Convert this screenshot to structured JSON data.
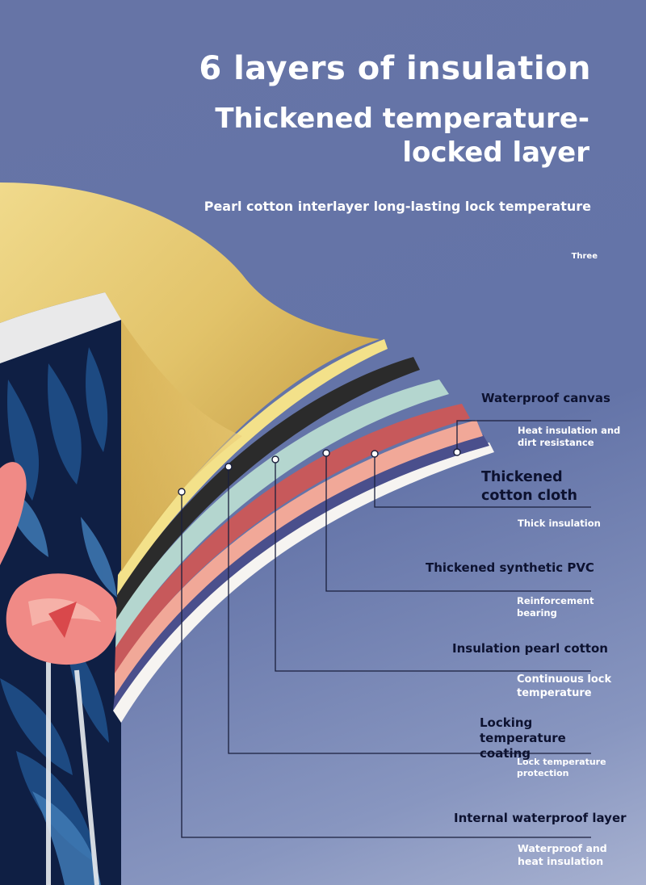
{
  "header": {
    "title": "6 layers of insulation",
    "subtitle": "Thickened temperature-locked layer",
    "tagline": "Pearl cotton interlayer long-lasting lock temperature",
    "marker": "Three"
  },
  "layers": [
    {
      "title": "Waterproof canvas",
      "description": "Heat insulation and dirt resistance"
    },
    {
      "title": "Thickened cotton cloth",
      "description": "Thick insulation"
    },
    {
      "title": "Thickened synthetic PVC",
      "description": "Reinforcement bearing"
    },
    {
      "title": "Insulation pearl cotton",
      "description": "Continuous lock temperature"
    },
    {
      "title": "Locking temperature coating",
      "description": "Lock temperature protection"
    },
    {
      "title": "Internal waterproof layer",
      "description": "Waterproof and heat insulation"
    }
  ],
  "colors": {
    "background": "#6674a6",
    "gold_layer": "#e5c86a",
    "black_layer": "#2b2b2b",
    "mint_layer": "#b4d6cf",
    "red_layer": "#c7595b",
    "pink_layer": "#f1a898",
    "white_layer": "#f6f4f1",
    "pattern_navy": "#0f1f44",
    "flamingo": "#f08a86"
  },
  "decoration": {
    "pattern": "flamingo-tropical-leaf-print"
  }
}
